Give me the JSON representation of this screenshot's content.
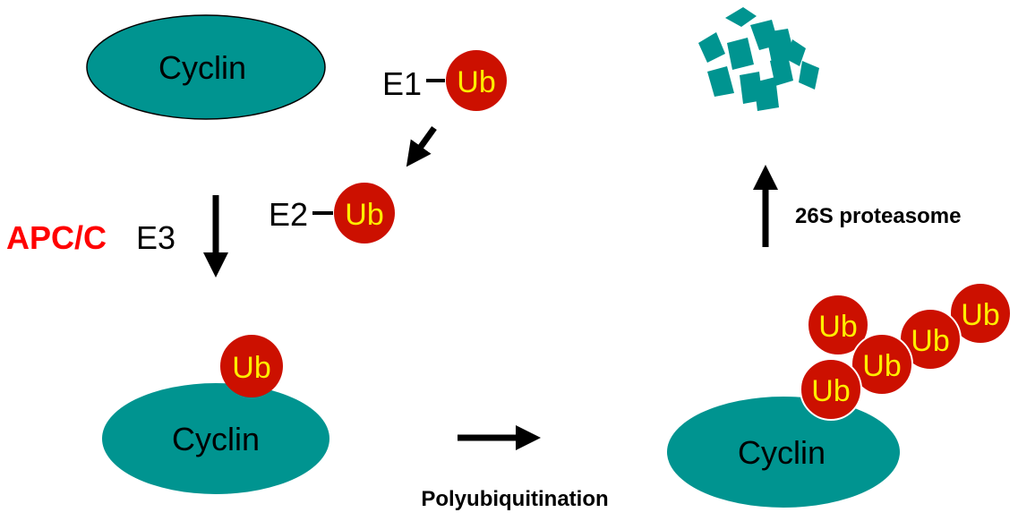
{
  "colors": {
    "teal": "#009490",
    "ub_fill": "#cc1000",
    "ub_text": "#ffee00",
    "apc_red": "#ff0000",
    "ink": "#000000"
  },
  "labels": {
    "cyclin_top": "Cyclin",
    "cyclin_mid": "Cyclin",
    "cyclin_right": "Cyclin",
    "e1": "E1",
    "e2": "E2",
    "apc": "APC/C",
    "e3": "E3",
    "ub": "Ub",
    "polyubiquitination": "Polyubiquitination",
    "proteasome": "26S proteasome"
  },
  "icons": {
    "fragments": "degraded-protein-fragments-icon",
    "arrows": "arrow-icon"
  }
}
